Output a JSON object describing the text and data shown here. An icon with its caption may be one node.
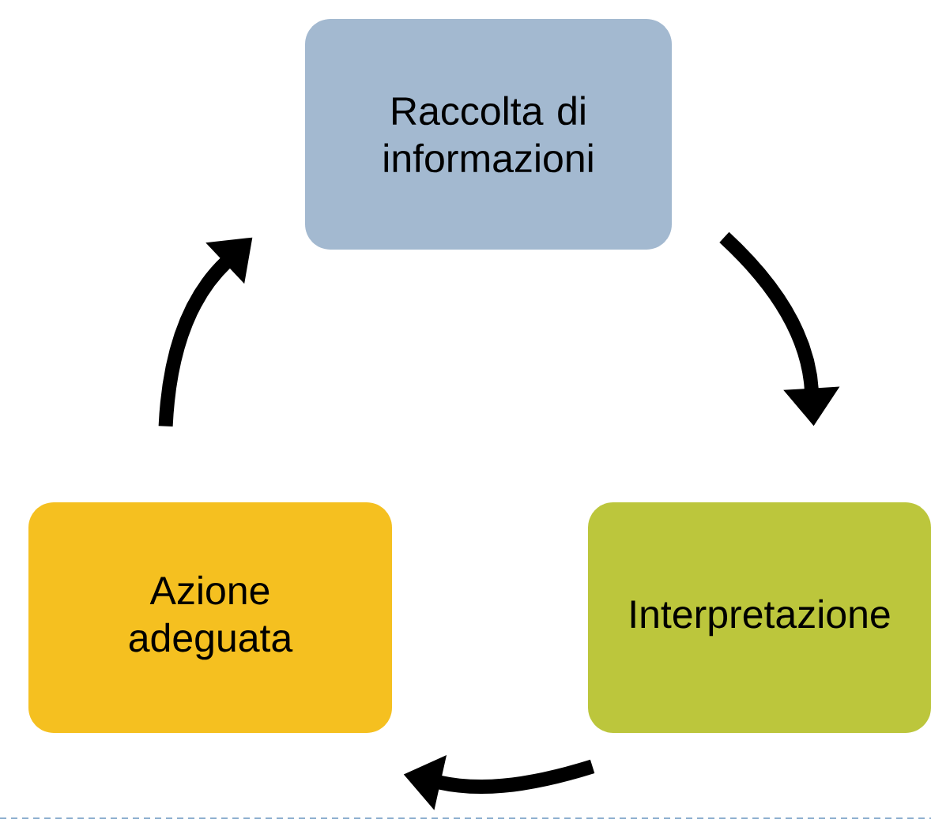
{
  "diagram": {
    "nodes": [
      {
        "text": [
          "Raccolta di informazioni"
        ]
      },
      {
        "text": [
          "Interpretazione"
        ]
      },
      {
        "text": [
          "Azione adeguata"
        ]
      }
    ],
    "edges": [
      {
        "from": 0,
        "to": 1,
        "arrow": "to"
      },
      {
        "from": 1,
        "to": 2,
        "arrow": "to"
      },
      {
        "from": 2,
        "to": 0,
        "arrow": "to"
      }
    ]
  }
}
